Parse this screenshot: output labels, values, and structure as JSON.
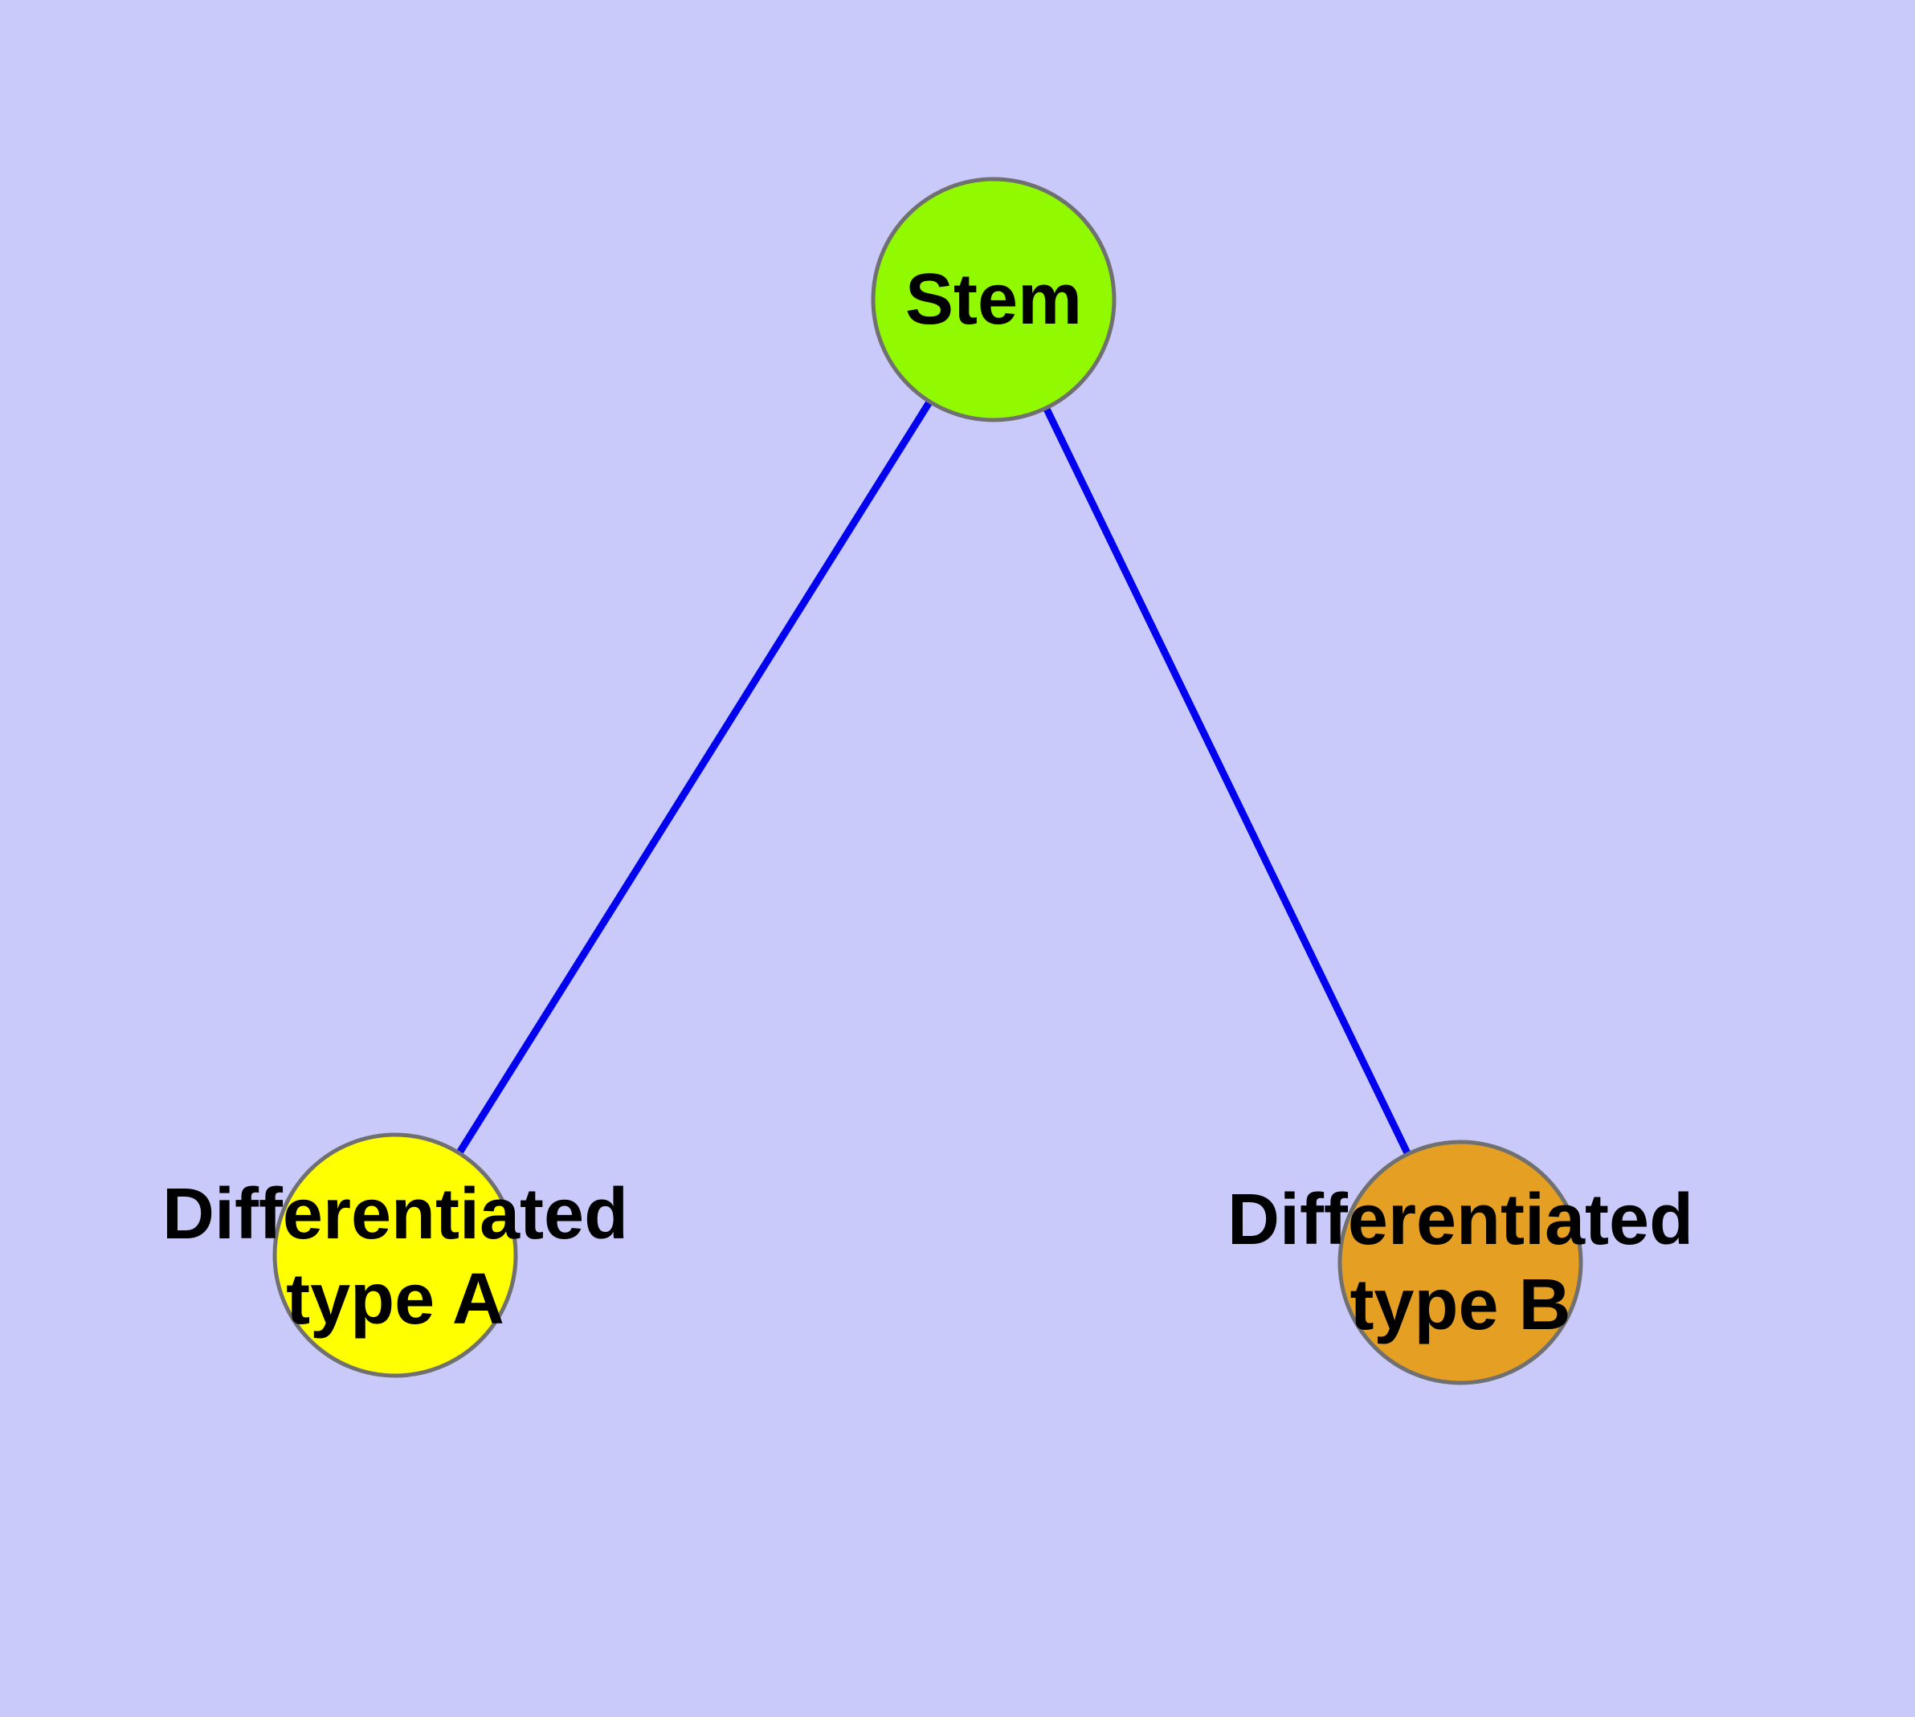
{
  "diagram": {
    "type": "node-link-graph",
    "background_color": "#C9CAFA",
    "edge_color": "#0202EE",
    "node_border_color": "#707070",
    "text_color": "#000000",
    "nodes": [
      {
        "id": "stem",
        "label": "Stem",
        "label_lines": [
          "Stem"
        ],
        "fill": "#92FA00"
      },
      {
        "id": "differentiated-type-a",
        "label": "Differentiated type A",
        "label_lines": [
          "Differentiated",
          "type A"
        ],
        "fill": "#FFFF00"
      },
      {
        "id": "differentiated-type-b",
        "label": "Differentiated type B",
        "label_lines": [
          "Differentiated",
          "type B"
        ],
        "fill": "#E5A024"
      }
    ],
    "edges": [
      {
        "from": "Stem",
        "to": "Differentiated type A"
      },
      {
        "from": "Stem",
        "to": "Differentiated type B"
      }
    ]
  }
}
